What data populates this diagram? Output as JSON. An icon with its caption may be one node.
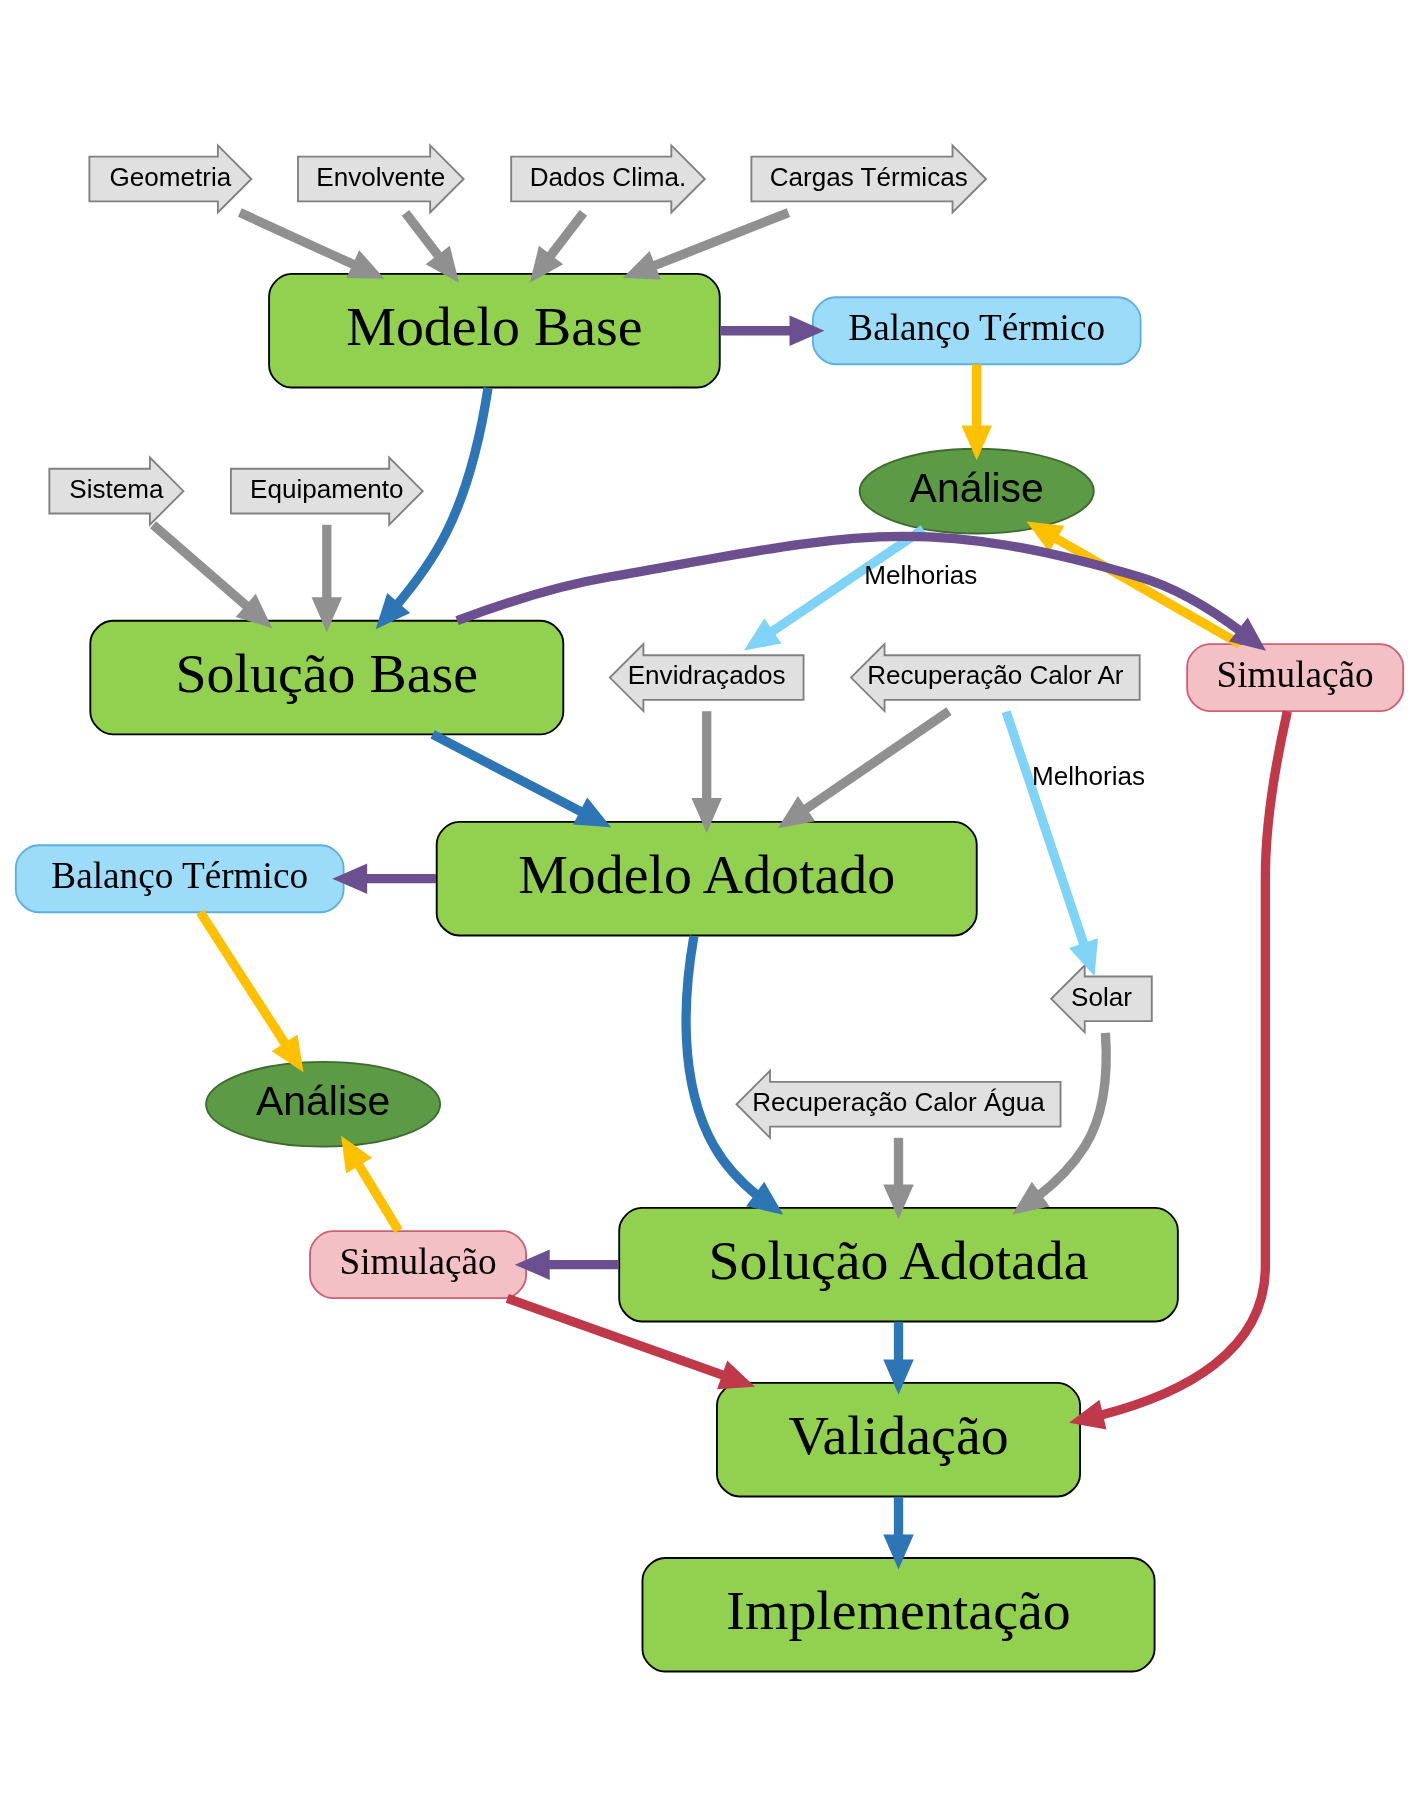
{
  "diagram": {
    "nodes": [
      {
        "text": [
          "Geometria"
        ]
      },
      {
        "text": [
          "Envolvente"
        ]
      },
      {
        "text": [
          "Dados Clima."
        ]
      },
      {
        "text": [
          "Cargas Térmicas"
        ]
      },
      {
        "text": [
          "Modelo Base"
        ]
      },
      {
        "text": [
          "Balanço Térmico"
        ]
      },
      {
        "text": [
          "Análise"
        ]
      },
      {
        "text": [
          "Sistema"
        ]
      },
      {
        "text": [
          "Equipamento"
        ]
      },
      {
        "text": [
          "Solução Base"
        ]
      },
      {
        "text": [
          "Simulação"
        ]
      },
      {
        "text": [
          "Balanço Térmico"
        ]
      },
      {
        "text": [
          "Modelo Adotado"
        ]
      },
      {
        "text": [
          "Envidraçados"
        ]
      },
      {
        "text": [
          "Recuperação Calor Ar"
        ]
      },
      {
        "text": [
          "Análise"
        ]
      },
      {
        "text": [
          "Simulação"
        ]
      },
      {
        "text": [
          "Solução Adotada"
        ]
      },
      {
        "text": [
          "Solar"
        ]
      },
      {
        "text": [
          "Recuperação Calor Água"
        ]
      },
      {
        "text": [
          "Validação"
        ]
      },
      {
        "text": [
          "Implementação"
        ]
      }
    ],
    "edges": [
      {
        "from": 0,
        "to": 4,
        "arrow": "to"
      },
      {
        "from": 1,
        "to": 4,
        "arrow": "to"
      },
      {
        "from": 2,
        "to": 4,
        "arrow": "to"
      },
      {
        "from": 3,
        "to": 4,
        "arrow": "to"
      },
      {
        "from": 4,
        "to": 5,
        "arrow": "to",
        "color": "#6b4f8f"
      },
      {
        "from": 5,
        "to": 6,
        "arrow": "to",
        "color": "#ffc000"
      },
      {
        "from": 10,
        "to": 6,
        "arrow": "to",
        "color": "#ffc000"
      },
      {
        "from": 7,
        "to": 9,
        "arrow": "to"
      },
      {
        "from": 8,
        "to": 9,
        "arrow": "to"
      },
      {
        "from": 4,
        "to": 9,
        "arrow": "to",
        "color": "#2e75b6"
      },
      {
        "from": 9,
        "to": 10,
        "arrow": "to",
        "color": "#6b4f8f"
      },
      {
        "from": 6,
        "to": 13,
        "label": "Melhorias",
        "arrow": "to",
        "color": "#7fd3f7"
      },
      {
        "from": 9,
        "to": 12,
        "arrow": "to",
        "color": "#2e75b6"
      },
      {
        "from": 12,
        "to": 11,
        "arrow": "to",
        "color": "#6b4f8f"
      },
      {
        "from": 13,
        "to": 12,
        "arrow": "to"
      },
      {
        "from": 14,
        "to": 12,
        "arrow": "to"
      },
      {
        "from": 11,
        "to": 15,
        "arrow": "to",
        "color": "#ffc000"
      },
      {
        "from": 16,
        "to": 15,
        "arrow": "to",
        "color": "#ffc000"
      },
      {
        "from": 14,
        "to": 18,
        "label": "Melhorias",
        "arrow": "to",
        "color": "#7fd3f7"
      },
      {
        "from": 12,
        "to": 17,
        "arrow": "to",
        "color": "#2e75b6"
      },
      {
        "from": 17,
        "to": 16,
        "arrow": "to",
        "color": "#6b4f8f"
      },
      {
        "from": 18,
        "to": 17,
        "arrow": "to"
      },
      {
        "from": 19,
        "to": 17,
        "arrow": "to"
      },
      {
        "from": 17,
        "to": 20,
        "arrow": "to",
        "color": "#2e75b6"
      },
      {
        "from": 16,
        "to": 20,
        "arrow": "to",
        "color": "#c0394b"
      },
      {
        "from": 10,
        "to": 20,
        "arrow": "to",
        "color": "#c0394b"
      },
      {
        "from": 20,
        "to": 21,
        "arrow": "to",
        "color": "#2e75b6"
      }
    ]
  }
}
